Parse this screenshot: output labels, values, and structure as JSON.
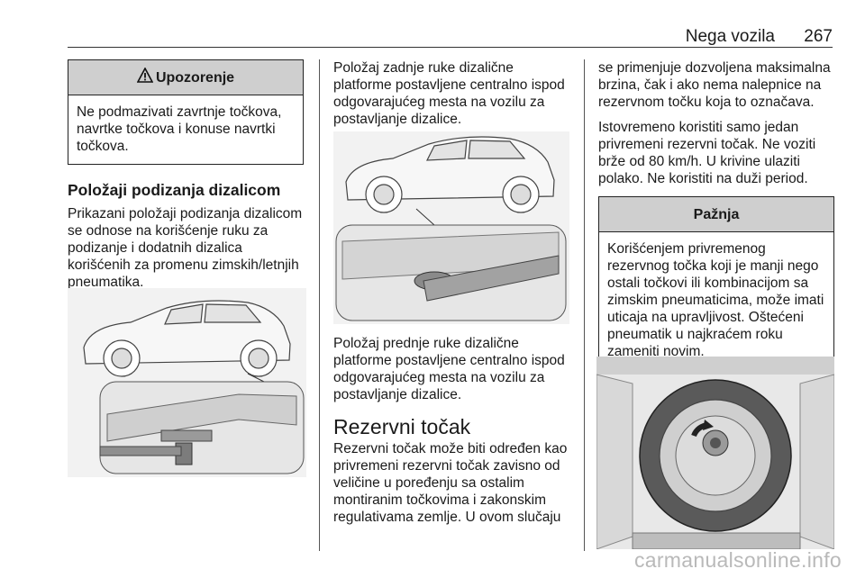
{
  "header": {
    "title": "Nega vozila",
    "page_number": "267"
  },
  "warning": {
    "title": "Upozorenje",
    "text": "Ne podmazivati zavrtnje točkova, navrtke točkova i konuse navrtki točkova."
  },
  "section1": {
    "heading": "Položaji podizanja dizalicom",
    "text": "Prikazani položaji podizanja dizalicom se odnose na korišćenje ruku za podizanje i dodatnih dizalica korišćenih za promenu zimskih/letnjih pneumatika."
  },
  "col2": {
    "rear_caption": "Položaj zadnje ruke dizalične platforme postavljene centralno ispod odgovarajućeg mesta na vozilu za postavljanje dizalice.",
    "front_caption": "Položaj prednje ruke dizalične platforme postavljene centralno ispod odgovarajućeg mesta na vozilu za postavljanje dizalice."
  },
  "section2": {
    "heading": "Rezervni točak",
    "text": "Rezervni točak može biti određen kao privremeni rezervni točak zavisno od veličine u poređenju sa ostalim montiranim točkovima i zakonskim regulativama zemlje. U ovom slučaju"
  },
  "col3": {
    "para1": "se primenjuje dozvoljena maksimalna brzina, čak i ako nema nalepnice na rezervnom točku koja to označava.",
    "para2": "Istovremeno koristiti samo jedan privremeni rezervni točak. Ne voziti brže od 80 km/h. U krivine ulaziti polako. Ne koristiti na duži period."
  },
  "caution": {
    "title": "Pažnja",
    "text": "Korišćenjem privremenog rezervnog točka koji je manji nego ostali točkovi ili kombinacijom sa zimskim pneumaticima, može imati uticaja na upravljivost. Oštećeni pneumatik u najkraćem roku zameniti novim."
  },
  "watermark": "carmanualsonline.info"
}
